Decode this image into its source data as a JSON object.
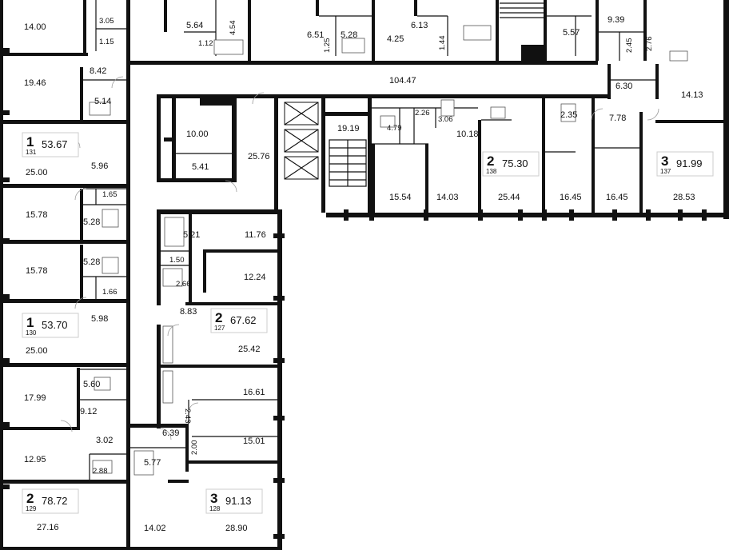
{
  "rooms": [
    {
      "area": "14.00"
    },
    {
      "area": "3.05"
    },
    {
      "area": "1.15"
    },
    {
      "area": "8.42"
    },
    {
      "area": "19.46"
    },
    {
      "area": "5.14"
    },
    {
      "area": "25.00"
    },
    {
      "area": "5.96"
    },
    {
      "area": "1.65"
    },
    {
      "area": "15.78"
    },
    {
      "area": "5.28"
    },
    {
      "area": "15.78"
    },
    {
      "area": "5.28"
    },
    {
      "area": "1.66"
    },
    {
      "area": "5.98"
    },
    {
      "area": "25.00"
    },
    {
      "area": "17.99"
    },
    {
      "area": "5.60"
    },
    {
      "area": "9.12"
    },
    {
      "area": "3.02"
    },
    {
      "area": "12.95"
    },
    {
      "area": "2.88"
    },
    {
      "area": "27.16"
    },
    {
      "area": "5.64"
    },
    {
      "area": "1.12"
    },
    {
      "area": "4.54"
    },
    {
      "area": "6.51"
    },
    {
      "area": "1.25"
    },
    {
      "area": "5.28"
    },
    {
      "area": "6.13"
    },
    {
      "area": "4.25"
    },
    {
      "area": "1.44"
    },
    {
      "area": "9.39"
    },
    {
      "area": "5.57"
    },
    {
      "area": "2.45"
    },
    {
      "area": "2.76"
    },
    {
      "area": "104.47"
    },
    {
      "area": "6.30"
    },
    {
      "area": "14.13"
    },
    {
      "area": "7.78"
    },
    {
      "area": "2.35"
    },
    {
      "area": "10.00"
    },
    {
      "area": "5.41"
    },
    {
      "area": "25.76"
    },
    {
      "area": "19.19"
    },
    {
      "area": "2.26"
    },
    {
      "area": "3.06"
    },
    {
      "area": "4.79"
    },
    {
      "area": "10.18"
    },
    {
      "area": "15.54"
    },
    {
      "area": "14.03"
    },
    {
      "area": "25.44"
    },
    {
      "area": "16.45"
    },
    {
      "area": "16.45"
    },
    {
      "area": "28.53"
    },
    {
      "area": "5.21"
    },
    {
      "area": "11.76"
    },
    {
      "area": "1.50"
    },
    {
      "area": "12.24"
    },
    {
      "area": "2.66"
    },
    {
      "area": "8.83"
    },
    {
      "area": "25.42"
    },
    {
      "area": "16.61"
    },
    {
      "area": "2.43"
    },
    {
      "area": "6.39"
    },
    {
      "area": "2.00"
    },
    {
      "area": "15.01"
    },
    {
      "area": "5.77"
    },
    {
      "area": "14.02"
    },
    {
      "area": "28.90"
    }
  ],
  "apartments": [
    {
      "rooms": "1",
      "number": "131",
      "total": "53.67"
    },
    {
      "rooms": "1",
      "number": "130",
      "total": "53.70"
    },
    {
      "rooms": "2",
      "number": "129",
      "total": "78.72"
    },
    {
      "rooms": "2",
      "number": "127",
      "total": "67.62"
    },
    {
      "rooms": "3",
      "number": "128",
      "total": "91.13"
    },
    {
      "rooms": "2",
      "number": "138",
      "total": "75.30"
    },
    {
      "rooms": "3",
      "number": "137",
      "total": "91.99"
    }
  ]
}
